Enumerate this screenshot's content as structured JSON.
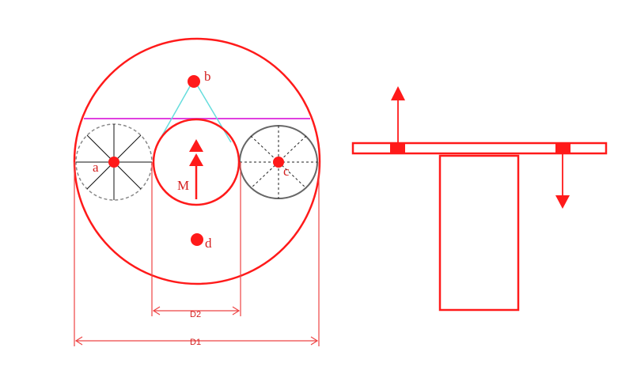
{
  "colors": {
    "main": "#ff1a1a",
    "dim": "#ee4444",
    "label": "#d42020",
    "cyan": "#66dddd",
    "magenta": "#e040e0",
    "wheel_a": "#888888",
    "wheel_c": "#666666"
  },
  "labels": {
    "a": "a",
    "b": "b",
    "c": "c",
    "d": "d",
    "M": "M",
    "D1": "D1",
    "D2": "D2"
  }
}
